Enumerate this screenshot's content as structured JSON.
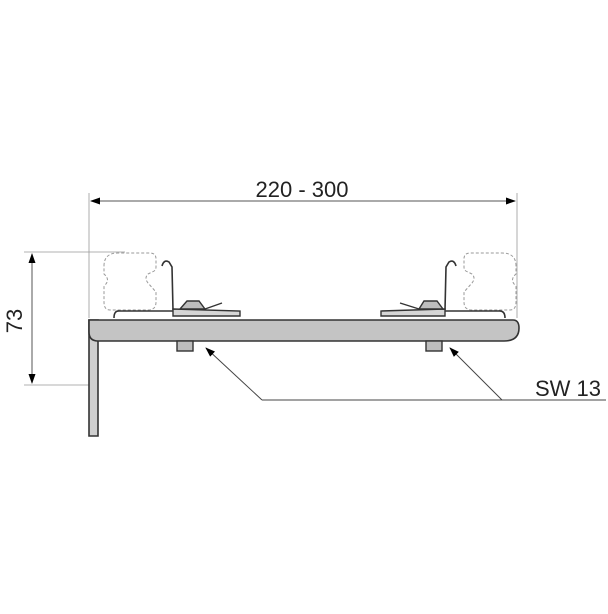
{
  "labels": {
    "width_dimension": "220 - 300",
    "height_dimension": "73",
    "wrench_size": "SW 13"
  },
  "colors": {
    "rail_fill": "#c4c4c4",
    "bracket_fill": "#cfcfcf",
    "line": "#333333",
    "dimension_line": "#555555",
    "ghost_outline": "#999999"
  }
}
